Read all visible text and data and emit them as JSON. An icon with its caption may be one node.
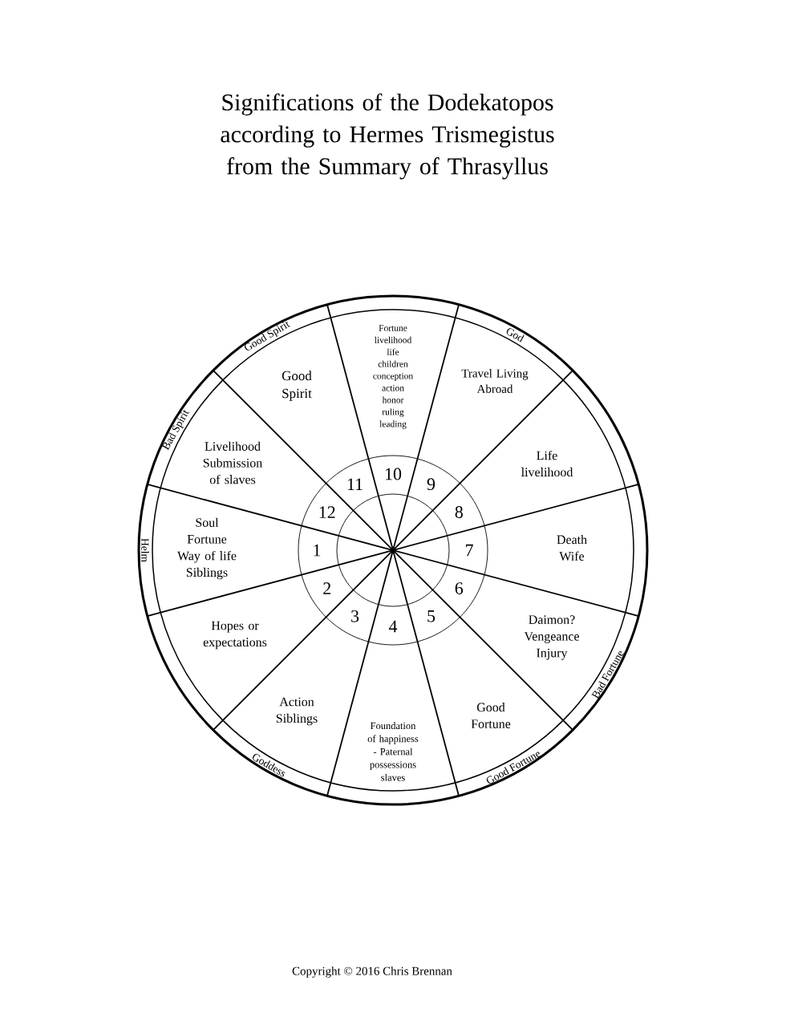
{
  "diagram": {
    "title": "Significations of the Dodekatopos according to Hermes Trismegistus from the Summary of Thrasyllus",
    "labels": [
      "Good Spirit",
      "God",
      "Fortune livelihood life children conception action honor ruling leading",
      "Good Spirit",
      "Travel Living Abroad",
      "Bad Spirit",
      "Livelihood Submission of slaves",
      "Life livelihood",
      "Helm",
      "Soul Fortune Way of life Siblings",
      "Death Wife",
      "Hopes or expectations",
      "Daimon? Vengeance Injury",
      "Bad Fortune",
      "Action Siblings",
      "Good Fortune",
      "Goddess",
      "Foundation of happiness - Paternal possessions slaves",
      "Good Fortune",
      "10",
      "11",
      "9",
      "12",
      "8",
      "1",
      "7",
      "2",
      "6",
      "3",
      "5",
      "4",
      "Copyright © 2016 Chris Brennan"
    ]
  }
}
